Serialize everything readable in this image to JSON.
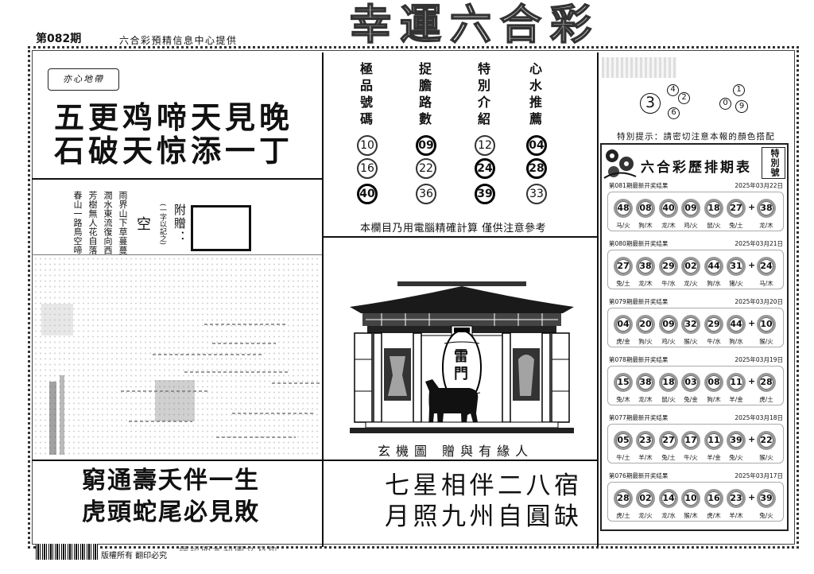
{
  "header": {
    "issue": "第082期",
    "provider": "六合彩預精信息中心提供",
    "title": "幸運六合彩"
  },
  "left": {
    "label": "亦心地帶",
    "verse": [
      "五更鸡啼天見晚",
      "石破天惊添一丁"
    ],
    "poem": [
      "雨界山下草蔓蔓",
      "潤水東流復向西",
      "芳樹無人花自落",
      "春山一路鳥空啼"
    ],
    "hint": "(一字以記之)",
    "answer": "空",
    "gift_label": "附贈：",
    "bottom_verse": [
      "窮通壽夭伴一生",
      "虎頭蛇尾必見敗"
    ]
  },
  "middle": {
    "columns": [
      {
        "title": "極品號碼",
        "numbers": [
          {
            "n": "10",
            "bold": false
          },
          {
            "n": "16",
            "bold": false
          },
          {
            "n": "40",
            "bold": true
          }
        ]
      },
      {
        "title": "捉膽路數",
        "numbers": [
          {
            "n": "09",
            "bold": true
          },
          {
            "n": "22",
            "bold": false
          },
          {
            "n": "36",
            "bold": false
          }
        ]
      },
      {
        "title": "特別介紹",
        "numbers": [
          {
            "n": "12",
            "bold": false
          },
          {
            "n": "24",
            "bold": true
          },
          {
            "n": "39",
            "bold": true
          }
        ]
      },
      {
        "title": "心水推薦",
        "numbers": [
          {
            "n": "04",
            "bold": true
          },
          {
            "n": "28",
            "bold": true
          },
          {
            "n": "33",
            "bold": false
          }
        ]
      }
    ],
    "note": "本欄目乃用電腦精確計算 僅供注意參考",
    "lantern_text": "雷門",
    "picture_caption": "玄機圖 贈與有緣人",
    "bottom_verse": [
      "七星相伴二八宿",
      "月照九州自圓缺"
    ]
  },
  "right": {
    "big_number": "3",
    "group_a": [
      "4",
      "2",
      "6"
    ],
    "group_b": [
      "1",
      "0",
      "9"
    ],
    "tip": "特別提示：請密切注意本報的顏色搭配",
    "table_title": "六合彩歷排期表",
    "special_tag": "特別號",
    "plus": "+",
    "results": [
      {
        "issue": "第081期最新开奖结果",
        "date": "2025年03月22日",
        "numbers": [
          "48",
          "08",
          "40",
          "09",
          "18",
          "27"
        ],
        "special": "38",
        "labels": [
          "马/火",
          "狗/木",
          "龙/木",
          "鸡/火",
          "鼠/火",
          "兔/土",
          "龙/木"
        ]
      },
      {
        "issue": "第080期最新开奖结果",
        "date": "2025年03月21日",
        "numbers": [
          "27",
          "38",
          "29",
          "02",
          "44",
          "31"
        ],
        "special": "24",
        "labels": [
          "兔/土",
          "龙/木",
          "牛/水",
          "龙/火",
          "狗/水",
          "猪/火",
          "马/木"
        ]
      },
      {
        "issue": "第079期最新开奖结果",
        "date": "2025年03月20日",
        "numbers": [
          "04",
          "20",
          "09",
          "32",
          "29",
          "44"
        ],
        "special": "10",
        "labels": [
          "虎/金",
          "狗/火",
          "鸡/火",
          "猴/火",
          "牛/水",
          "狗/水",
          "猴/火"
        ]
      },
      {
        "issue": "第078期最新开奖结果",
        "date": "2025年03月19日",
        "numbers": [
          "15",
          "38",
          "18",
          "03",
          "08",
          "11"
        ],
        "special": "28",
        "labels": [
          "兔/木",
          "龙/木",
          "鼠/火",
          "兔/金",
          "狗/木",
          "羊/金",
          "虎/土"
        ]
      },
      {
        "issue": "第077期最新开奖结果",
        "date": "2025年03月18日",
        "numbers": [
          "05",
          "23",
          "27",
          "17",
          "11",
          "39"
        ],
        "special": "22",
        "labels": [
          "牛/土",
          "羊/木",
          "兔/土",
          "牛/火",
          "羊/金",
          "兔/火",
          "猴/火"
        ]
      },
      {
        "issue": "第076期最新开奖结果",
        "date": "2025年03月17日",
        "numbers": [
          "28",
          "02",
          "14",
          "10",
          "16",
          "23"
        ],
        "special": "39",
        "labels": [
          "虎/土",
          "龙/火",
          "龙/水",
          "猴/木",
          "虎/木",
          "羊/木",
          "兔/火"
        ]
      }
    ]
  },
  "footer": {
    "copyright": "版權所有 翻印必究",
    "notice": "請認明本刊圖文及包"
  }
}
